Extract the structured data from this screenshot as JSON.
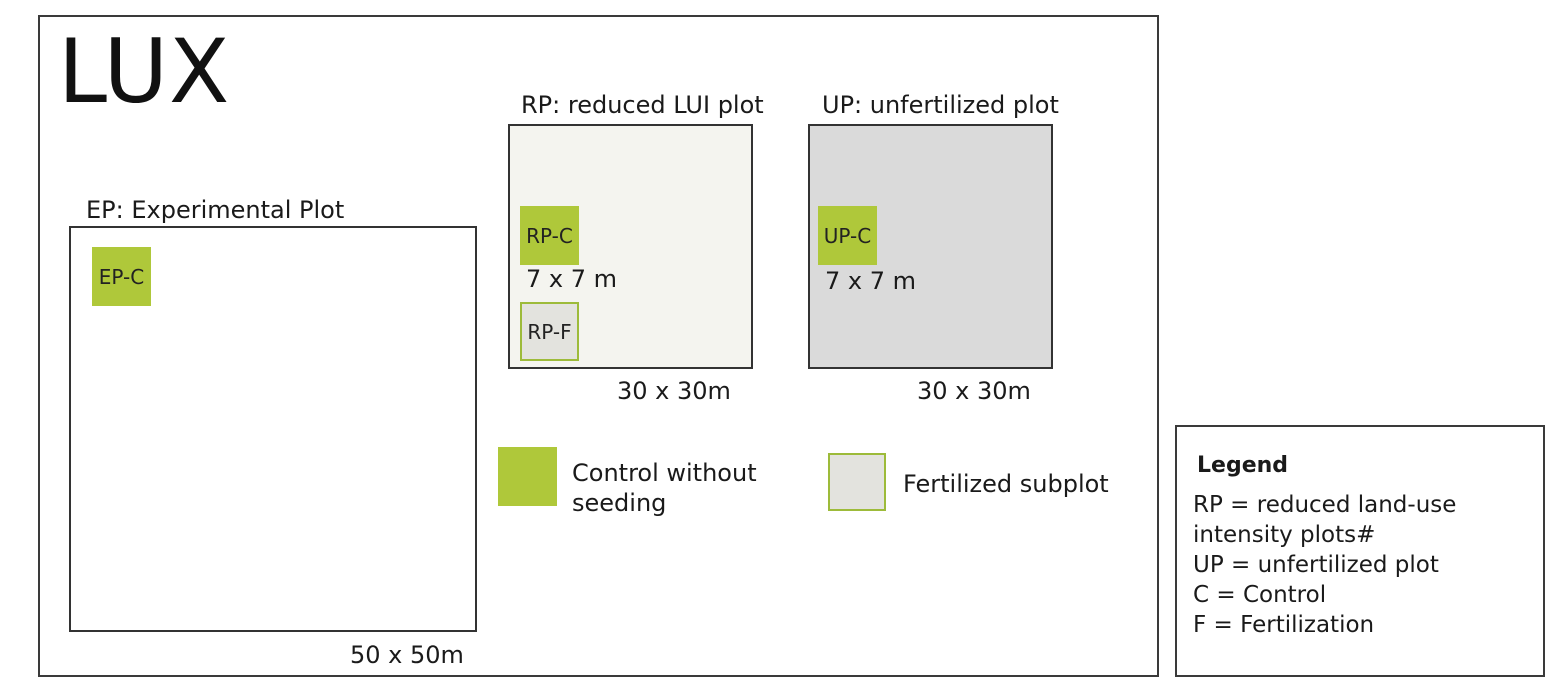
{
  "site_label": "LUX",
  "plots": {
    "ep": {
      "title": "EP: Experimental Plot",
      "subplot_c": "EP-C",
      "size": "50 x 50m"
    },
    "rp": {
      "title": "RP: reduced LUI plot",
      "subplot_c": "RP-C",
      "subplot_f": "RP-F",
      "subplot_size": "7 x 7 m",
      "size": "30 x 30m"
    },
    "up": {
      "title": "UP: unfertilized plot",
      "subplot_c": "UP-C",
      "subplot_size": "7 x 7 m",
      "size": "30 x 30m"
    }
  },
  "key": {
    "control_line1": "Control without",
    "control_line2": "seeding",
    "fertilized": "Fertilized subplot"
  },
  "legend": {
    "title": "Legend",
    "lines": [
      "RP = reduced land-use",
      "intensity plots#",
      "UP = unfertilized plot",
      "C  = Control",
      "F  = Fertilization"
    ]
  },
  "colors": {
    "control_green": "#afc83a",
    "fertilized_fill": "#e3e3de",
    "rp_plot_fill": "#f4f4ef",
    "up_plot_fill": "#dadada"
  }
}
